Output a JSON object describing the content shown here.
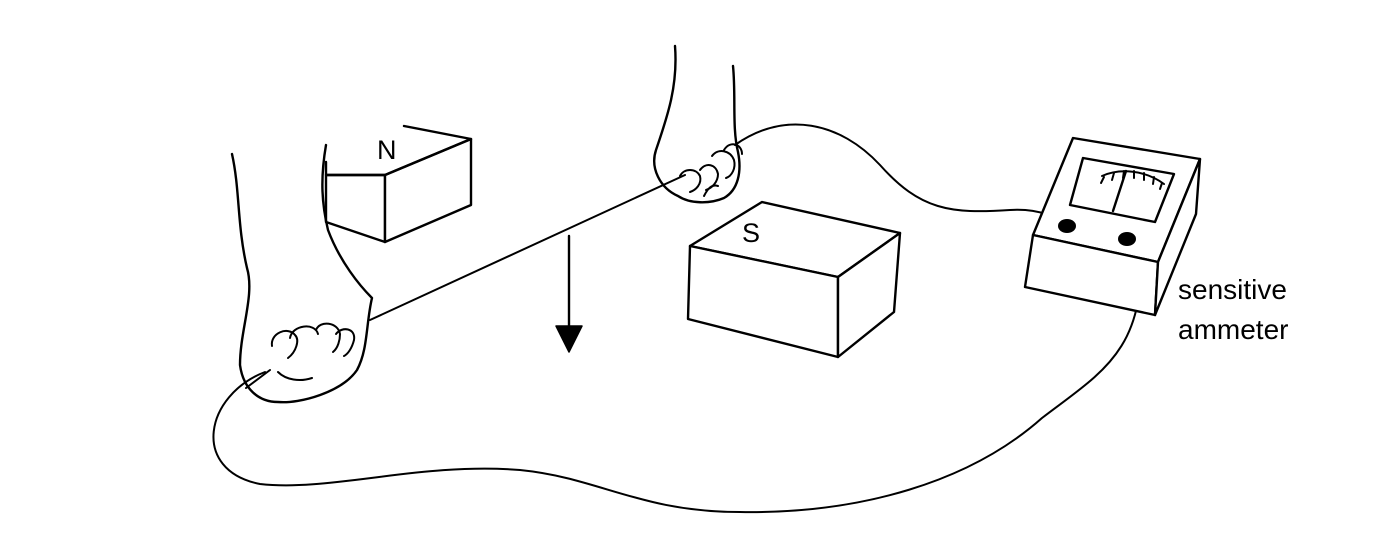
{
  "magnets": {
    "north": {
      "label": "N"
    },
    "south": {
      "label": "S"
    }
  },
  "ammeter": {
    "label_line1": "sensitive",
    "label_line2": "ammeter"
  }
}
